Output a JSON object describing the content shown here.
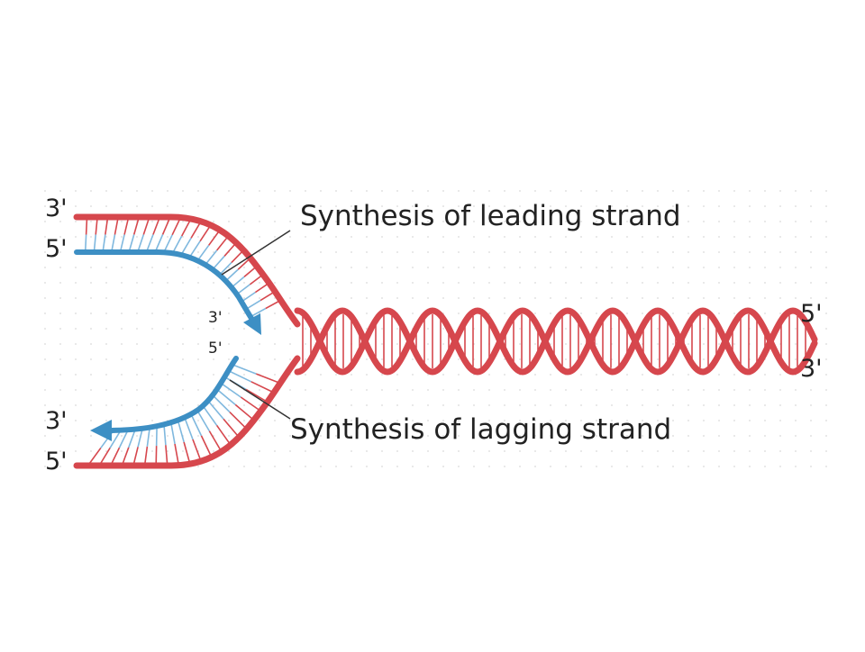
{
  "captions": {
    "leading": "Synthesis of leading strand",
    "lagging": "Synthesis of lagging strand"
  },
  "ends": {
    "top_outer_3": "3'",
    "top_inner_5": "5'",
    "bottom_inner_3": "3'",
    "bottom_outer_5": "5'",
    "fork_3": "3'",
    "fork_5": "5'",
    "right_5": "5'",
    "right_3": "3'"
  },
  "colors": {
    "parental_strand": "#d6474d",
    "parental_rung": "#d6474d",
    "new_strand": "#3d8fc4",
    "new_rung": "#7fb8de",
    "grid_dot": "#d9d9d9",
    "pointer": "#333333"
  }
}
